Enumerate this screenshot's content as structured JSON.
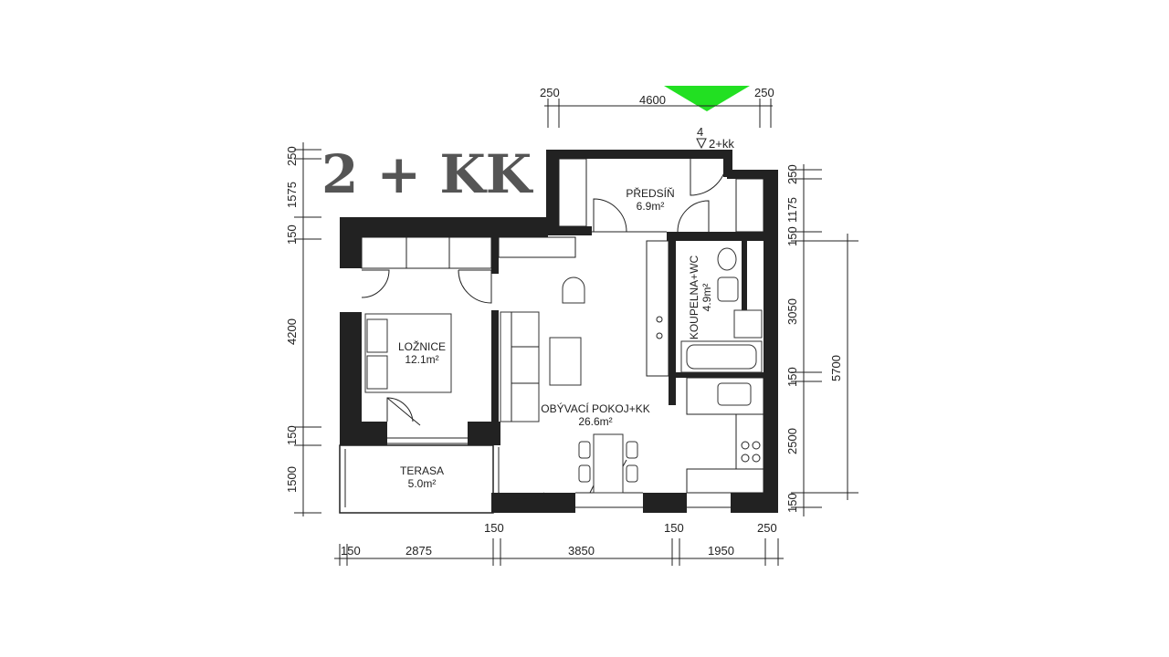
{
  "plan": {
    "title": "2 + KK",
    "unit_label_top": "4",
    "unit_label_type": "2+kk",
    "marker_color": "#22e022"
  },
  "rooms": {
    "predsin": {
      "name": "PŘEDSÍŇ",
      "area": "6.9m²"
    },
    "loznice": {
      "name": "LOŽNICE",
      "area": "12.1m²"
    },
    "koupelna": {
      "name": "KOUPELNA+WC",
      "area": "4.9m²"
    },
    "obyvaci": {
      "name": "OBÝVACÍ  POKOJ+KK",
      "area": "26.6m²"
    },
    "terasa": {
      "name": "TERASA",
      "area": "5.0m²"
    }
  },
  "dimensions": {
    "top": [
      "250",
      "4600",
      "250"
    ],
    "bottom": [
      "150",
      "2875",
      "150",
      "3850",
      "150",
      "1950",
      "250"
    ],
    "left": [
      "250",
      "1575",
      "150",
      "4200",
      "150",
      "1500"
    ],
    "right_inner": [
      "250",
      "1175",
      "150",
      "3050",
      "150",
      "2500",
      "150"
    ],
    "right_outer": [
      "5700"
    ]
  }
}
